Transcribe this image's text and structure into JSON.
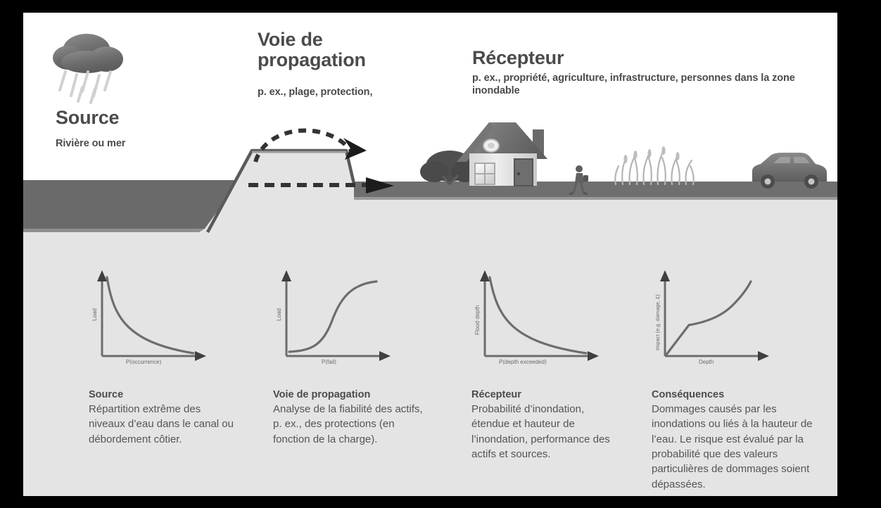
{
  "diagram": {
    "title_source": "Source",
    "colors": {
      "text_dark": "#4b4b4b",
      "body_text": "#555555",
      "water": "#6a6a6a",
      "land": "#e4e4e4",
      "ground_strip": "#6f6f6f",
      "panel_bg": "#ffffff",
      "border": "#000000",
      "curve": "#6d6d6d"
    }
  },
  "headings": {
    "source": {
      "title": "Source",
      "subtitle": "Rivière ou mer"
    },
    "pathway": {
      "title": "Voie de propagation",
      "subtitle": "p. ex., plage, protection,"
    },
    "receptor": {
      "title": "Récepteur",
      "subtitle": "p. ex., propriété, agriculture, infrastructure, personnes dans la zone inondable"
    }
  },
  "scene": {
    "cloud_icon": "rain-cloud-icon",
    "house_icon": "house-icon",
    "tree_icon": "tree-icon",
    "person_icon": "person-walking-icon",
    "reeds_icon": "reeds-icon",
    "car_icon": "car-icon",
    "embankment_icon": "embankment-shape",
    "overtopping_arrow": "dashed-arc-arrow",
    "breach_arrow": "dashed-straight-arrow"
  },
  "columns": [
    {
      "heading": "Source",
      "body": "Répartition extrême des niveaux d’eau dans le canal ou débordement côtier.",
      "chart_key": 0
    },
    {
      "heading": "Voie de propagation",
      "body": "Analyse de la fiabilité des actifs, p. ex., des protections (en fonction de la charge).",
      "chart_key": 1
    },
    {
      "heading": "Récepteur",
      "body": "Probabilité d’inondation, étendue et hauteur de l’inondation, performance des actifs et sources.",
      "chart_key": 2
    },
    {
      "heading": "Conséquences",
      "body": "Dommages causés par les inondations ou liés à la hauteur de l’eau. Le risque est évalué par la probabilité que des valeurs particulières de dommages soient dépassées.",
      "chart_key": 3
    }
  ],
  "chart_data": [
    {
      "type": "line",
      "title": "",
      "xlabel": "P(occurrence)",
      "ylabel": "Load",
      "shape": "decaying-exponential",
      "x": [
        0.02,
        0.06,
        0.12,
        0.2,
        0.3,
        0.45,
        0.6,
        0.8,
        1.0
      ],
      "values": [
        1.0,
        0.62,
        0.4,
        0.27,
        0.17,
        0.1,
        0.06,
        0.03,
        0.02
      ],
      "xlim": [
        0,
        1
      ],
      "ylim": [
        0,
        1
      ],
      "grid": false,
      "legend": "none"
    },
    {
      "type": "line",
      "title": "",
      "xlabel": "P(fail)",
      "ylabel": "Load",
      "shape": "sigmoid",
      "x": [
        0.0,
        0.12,
        0.25,
        0.38,
        0.5,
        0.6,
        0.72,
        0.85,
        1.0
      ],
      "values": [
        0.04,
        0.06,
        0.1,
        0.22,
        0.5,
        0.72,
        0.86,
        0.92,
        0.94
      ],
      "xlim": [
        0,
        1
      ],
      "ylim": [
        0,
        1
      ],
      "grid": false,
      "legend": "none"
    },
    {
      "type": "line",
      "title": "",
      "xlabel": "P(depth exceeded)",
      "ylabel": "Flood depth",
      "shape": "decaying-exponential",
      "x": [
        0.03,
        0.08,
        0.15,
        0.25,
        0.38,
        0.52,
        0.7,
        0.85,
        1.0
      ],
      "values": [
        1.0,
        0.6,
        0.38,
        0.24,
        0.15,
        0.09,
        0.05,
        0.03,
        0.02
      ],
      "xlim": [
        0,
        1
      ],
      "ylim": [
        0,
        1
      ],
      "grid": false,
      "legend": "none"
    },
    {
      "type": "line",
      "title": "",
      "xlabel": "Depth",
      "ylabel": "Impact (e.g. damage, £)",
      "shape": "steep-rise-plateau-then-rise",
      "x": [
        0.0,
        0.2,
        0.35,
        0.5,
        0.65,
        0.78,
        0.88,
        0.95,
        1.0
      ],
      "values": [
        0.0,
        0.42,
        0.45,
        0.5,
        0.57,
        0.67,
        0.8,
        0.92,
        1.0
      ],
      "xlim": [
        0,
        1
      ],
      "ylim": [
        0,
        1
      ],
      "grid": false,
      "legend": "none"
    }
  ]
}
